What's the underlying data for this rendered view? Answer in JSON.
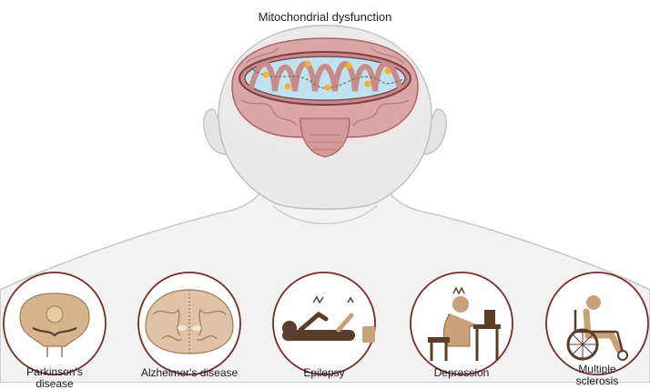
{
  "title": "Mitochondrial dysfunction",
  "conditions": [
    {
      "line1": "Parkinson's",
      "line2": "disease",
      "icon": "parkinsons-brainstem-icon"
    },
    {
      "line1": "Alzheimer's disease",
      "line2": "",
      "icon": "alzheimers-brain-section-icon"
    },
    {
      "line1": "Epilepsy",
      "line2": "",
      "icon": "epilepsy-seizure-icon"
    },
    {
      "line1": "Depression",
      "line2": "",
      "icon": "depression-person-icon"
    },
    {
      "line1": "Multiple",
      "line2": "sclerosis",
      "icon": "wheelchair-icon"
    }
  ],
  "colors": {
    "head": "#e8e8e8",
    "outline": "#b9b9b9",
    "brain": "#d9a3a3",
    "brain_dark": "#9b5a5a",
    "mito": "#bfe3ee",
    "dots": "#f2b12f",
    "glow": "#f4a9b0",
    "circle_border": "#7a2a2a",
    "icon_tan": "#c8a07a",
    "icon_dark": "#5a3d2b"
  }
}
